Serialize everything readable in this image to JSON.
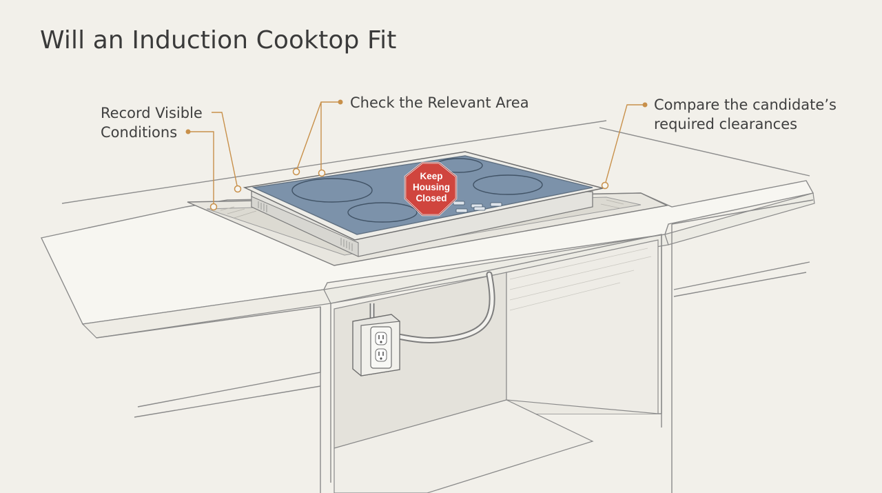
{
  "title": "Will an Induction Cooktop Fit",
  "callouts": {
    "record": [
      "Record Visible",
      "Conditions"
    ],
    "check": "Check the Relevant Area",
    "compare": [
      "Compare the candidate’s",
      "required clearances"
    ]
  },
  "sign": {
    "lines": [
      "Keep",
      "Housing",
      "Closed"
    ],
    "color": "#d0453e"
  },
  "colors": {
    "background": "#f2f0ea",
    "leader": "#c8904a",
    "glass": "#7c92aa",
    "line": "#8a8a8a"
  },
  "icons": [
    "stop-sign-icon",
    "electrical-outlet-icon",
    "junction-box-icon"
  ]
}
